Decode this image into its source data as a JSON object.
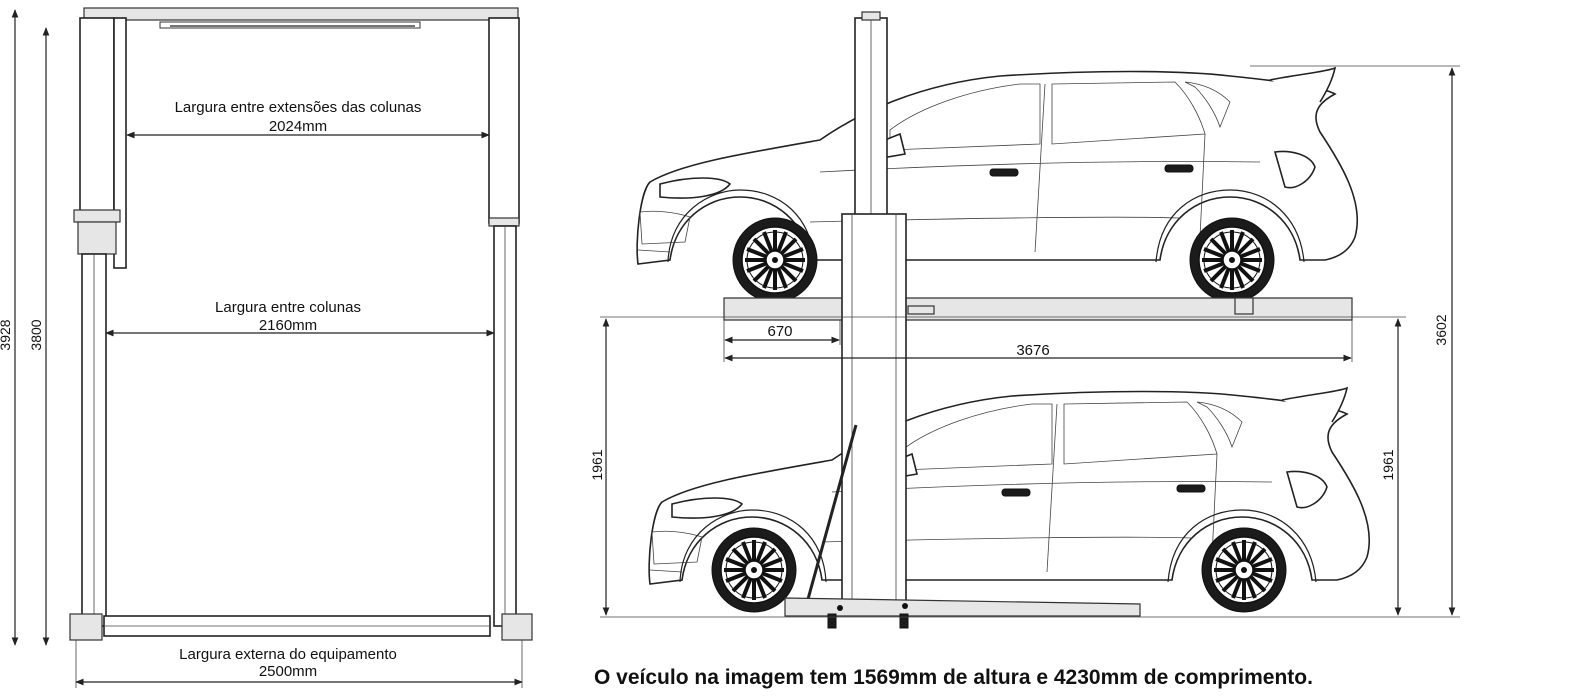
{
  "front_view": {
    "column_extension_label": "Largura entre extensões das colunas",
    "column_extension_value": "2024mm",
    "column_gap_label": "Largura entre colunas",
    "column_gap_value": "2160mm",
    "external_width_label": "Largura externa do equipamento",
    "external_width_value": "2500mm",
    "total_height": "3928",
    "column_height": "3800"
  },
  "side_view": {
    "offset_dim": "670",
    "platform_length_dim": "3676",
    "lower_clearance_left": "1961",
    "lower_clearance_right": "1961",
    "total_height": "3602"
  },
  "caption": "O veículo na imagem tem 1569mm de altura e 4230mm de comprimento."
}
